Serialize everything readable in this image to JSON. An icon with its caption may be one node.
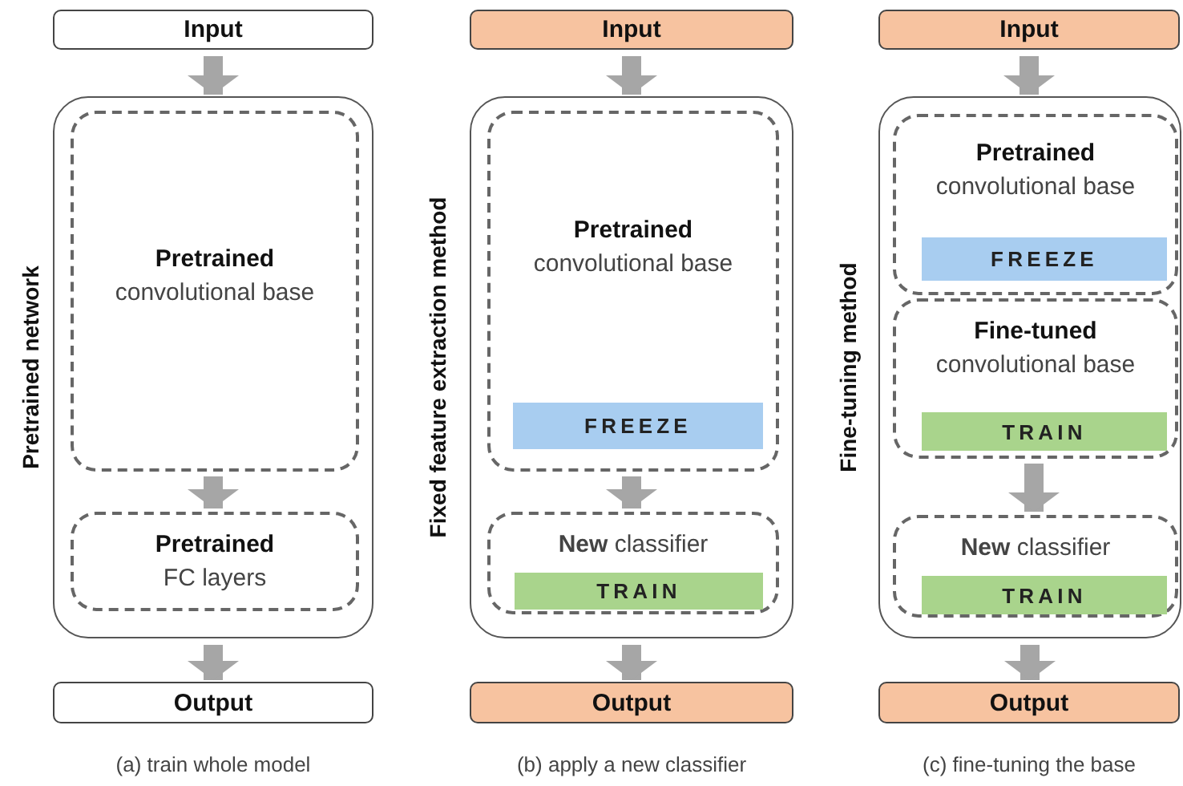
{
  "diagram": {
    "nodes": [
      {
        "text": [
          "Input"
        ]
      },
      {
        "text": [
          "Pretrained network"
        ]
      },
      {
        "text": [
          "Pretrained",
          "convolutional base"
        ],
        "in": 1
      },
      {
        "text": [
          "Pretrained",
          "FC layers"
        ],
        "in": 1
      },
      {
        "text": [
          "Output"
        ]
      },
      {
        "text": [
          "Input"
        ]
      },
      {
        "text": [
          "Fixed feature extraction method"
        ]
      },
      {
        "text": [
          "Pretrained",
          "convolutional base"
        ],
        "in": 6
      },
      {
        "text": [
          "FREEZE"
        ],
        "in": 7
      },
      {
        "text": [
          "**New** classifier"
        ],
        "in": 6
      },
      {
        "text": [
          "TRAIN"
        ],
        "in": 9
      },
      {
        "text": [
          "Output"
        ]
      },
      {
        "text": [
          "Input"
        ]
      },
      {
        "text": [
          "Fine-tuning method"
        ]
      },
      {
        "text": [
          "Pretrained",
          "convolutional base"
        ],
        "in": 13
      },
      {
        "text": [
          "FREEZE"
        ],
        "in": 14
      },
      {
        "text": [
          "Fine-tuned",
          "convolutional base"
        ],
        "in": 13
      },
      {
        "text": [
          "TRAIN"
        ],
        "in": 16
      },
      {
        "text": [
          "**New** classifier"
        ],
        "in": 13
      },
      {
        "text": [
          "TRAIN"
        ],
        "in": 18
      },
      {
        "text": [
          "Output"
        ]
      }
    ],
    "edges": [
      {
        "from": 0,
        "to": 1,
        "arrow": "to"
      },
      {
        "from": 2,
        "to": 3,
        "arrow": "to"
      },
      {
        "from": 1,
        "to": 4,
        "arrow": "to"
      },
      {
        "from": 5,
        "to": 6,
        "arrow": "to"
      },
      {
        "from": 7,
        "to": 9,
        "arrow": "to"
      },
      {
        "from": 6,
        "to": 11,
        "arrow": "to"
      },
      {
        "from": 12,
        "to": 13,
        "arrow": "to"
      },
      {
        "from": 16,
        "to": 18,
        "arrow": "to"
      },
      {
        "from": 13,
        "to": 20,
        "arrow": "to"
      }
    ],
    "labels": [
      "(a) train whole model",
      "(b) apply a new classifier",
      "(c) fine-tuning the base"
    ]
  }
}
